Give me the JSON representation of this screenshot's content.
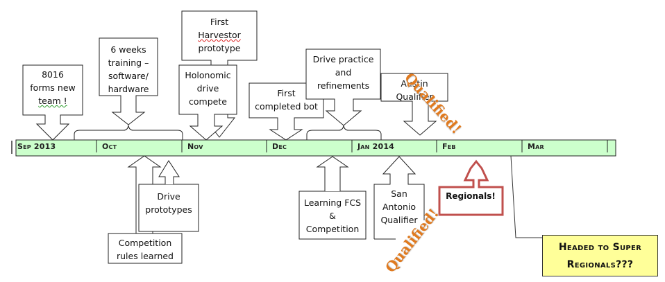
{
  "timeline": {
    "months": [
      "Sep 2013",
      "Oct",
      "Nov",
      "Dec",
      "Jan 2014",
      "Feb",
      "Mar"
    ],
    "bar_color": "#ccffcc"
  },
  "above_events": [
    {
      "id": "forms-team",
      "lines": [
        "8016",
        "forms new",
        "team !"
      ]
    },
    {
      "id": "training",
      "lines": [
        "6 weeks",
        "training –",
        "software/",
        "hardware"
      ]
    },
    {
      "id": "harvestor",
      "lines": [
        "First",
        "Harvestor",
        "prototype"
      ]
    },
    {
      "id": "holonomic",
      "lines": [
        "Holonomic",
        "drive",
        "compete"
      ]
    },
    {
      "id": "first-bot",
      "lines": [
        "First",
        "completed bot"
      ]
    },
    {
      "id": "drive-practice",
      "lines": [
        "Drive practice",
        "and",
        "refinements"
      ]
    },
    {
      "id": "austin",
      "lines": [
        "Austin",
        "Qualifier"
      ]
    }
  ],
  "below_events": [
    {
      "id": "drive-prototypes",
      "lines": [
        "Drive",
        "prototypes"
      ]
    },
    {
      "id": "rules",
      "lines": [
        "Competition",
        "rules learned"
      ]
    },
    {
      "id": "fcs",
      "lines": [
        "Learning FCS",
        "&",
        "Competition"
      ]
    },
    {
      "id": "san-antonio",
      "lines": [
        "San",
        "Antonio",
        "Qualifier"
      ]
    }
  ],
  "annotations": {
    "qualified_austin": "Qualified!",
    "qualified_san_antonio": "Qualified!",
    "regionals": "Regionals!",
    "super_regionals": [
      "Headed to Super",
      "Regionals???"
    ]
  },
  "colors": {
    "qualified": "#e07a1f",
    "regionals_border": "#c0504d",
    "super_fill": "#ffff99"
  }
}
